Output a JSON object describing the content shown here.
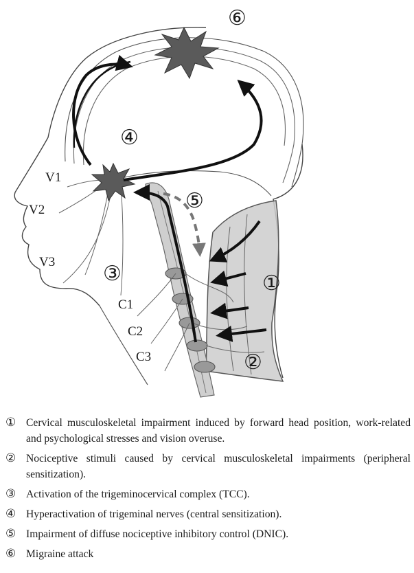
{
  "figure": {
    "markers": {
      "m1": "①",
      "m2": "②",
      "m3": "③",
      "m4": "④",
      "m5": "⑤",
      "m6": "⑥"
    },
    "nerve_labels": {
      "v1": "V1",
      "v2": "V2",
      "v3": "V3",
      "c1": "C1",
      "c2": "C2",
      "c3": "C3"
    },
    "colors": {
      "lines": "#333333",
      "arrows": "#111111",
      "starburst": "#5a5a5a",
      "spine": "#cfcfcf",
      "neck_muscle": "#cccccc",
      "dnic_arrow": "#777777"
    }
  },
  "legend": [
    {
      "marker": "①",
      "text": "Cervical musculoskeletal impairment induced by forward head position, work-related and psychological stresses and vision overuse."
    },
    {
      "marker": "②",
      "text": "Nociceptive stimuli caused by cervical musculoskeletal impairments (peripheral sensitization)."
    },
    {
      "marker": "③",
      "text": "Activation of the trigeminocervical complex (TCC)."
    },
    {
      "marker": "④",
      "text": "Hyperactivation of trigeminal nerves (central sensitization)."
    },
    {
      "marker": "⑤",
      "text": "Impairment of diffuse nociceptive inhibitory control (DNIC)."
    },
    {
      "marker": "⑥",
      "text": "Migraine attack"
    }
  ]
}
